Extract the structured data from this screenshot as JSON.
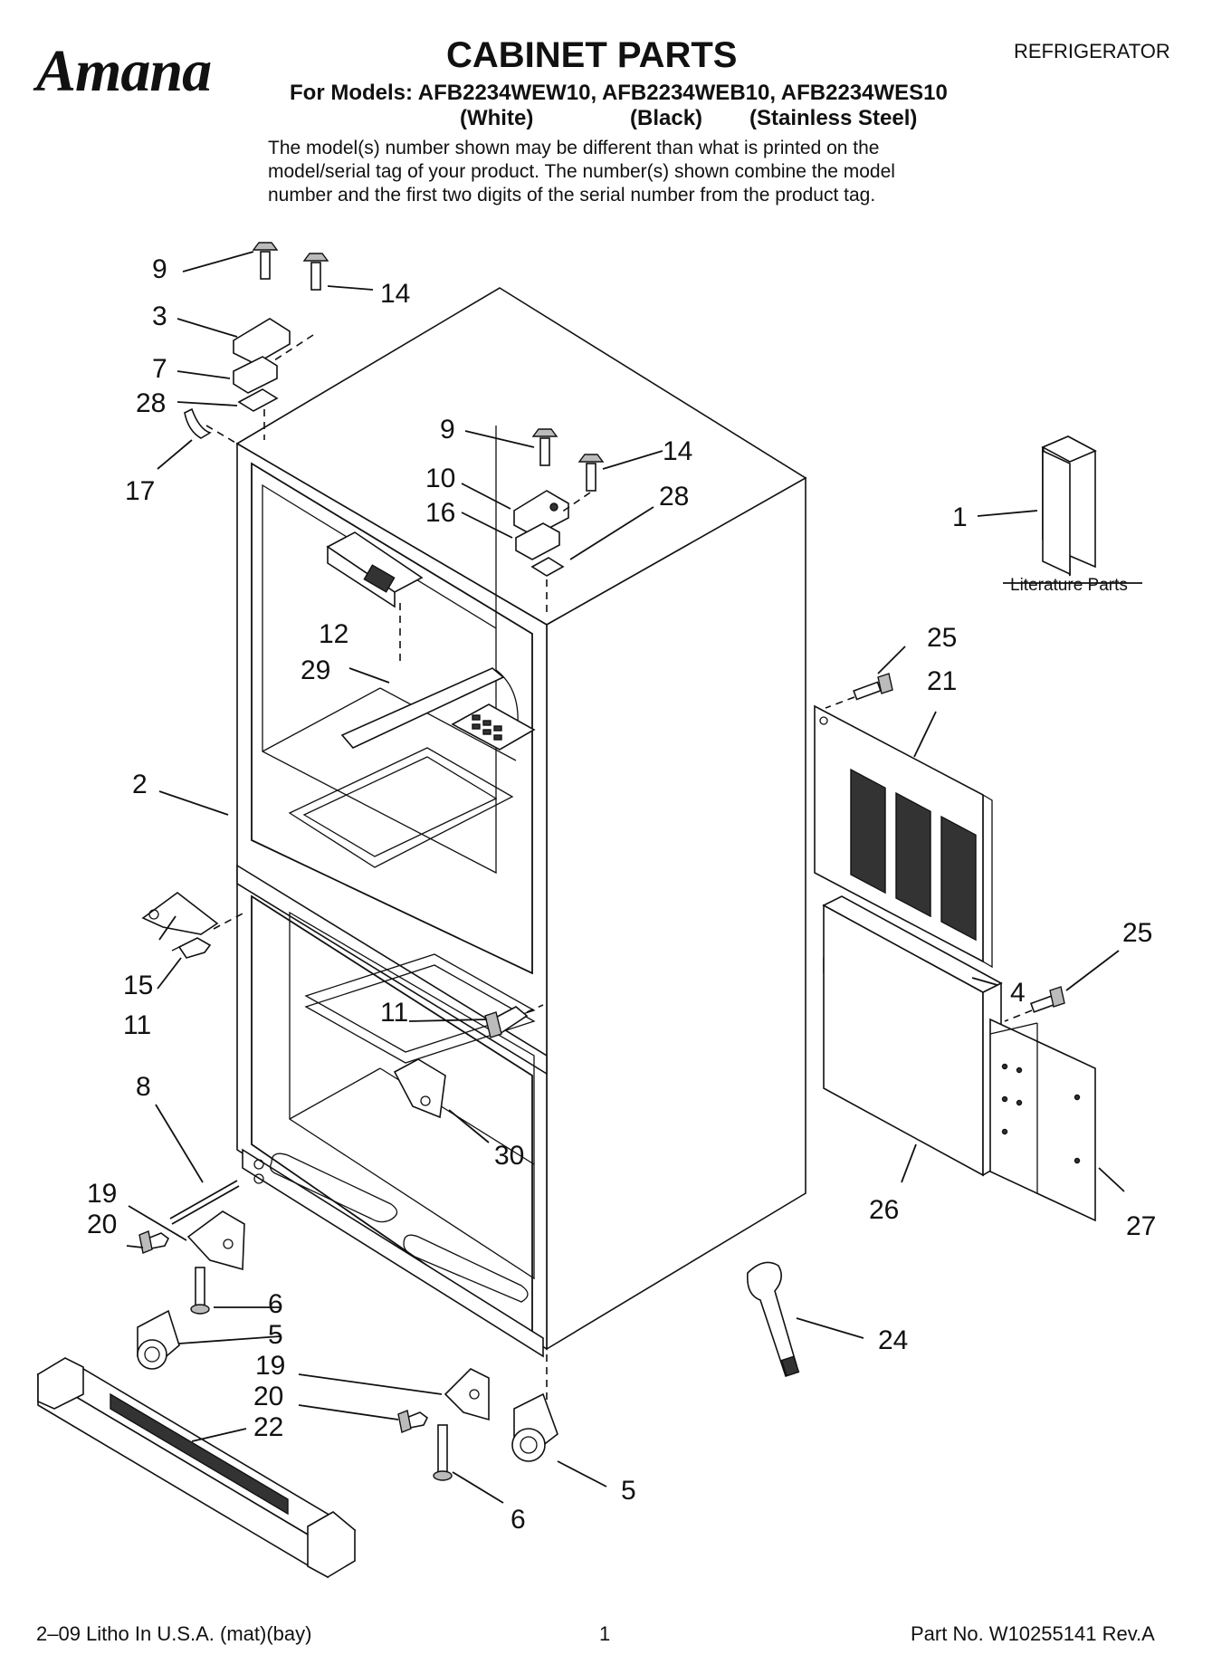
{
  "header": {
    "brand": "Amana",
    "title": "CABINET PARTS",
    "category": "REFRIGERATOR",
    "models_line": "For Models: AFB2234WEW10, AFB2234WEB10, AFB2234WES10",
    "variants": [
      "(White)",
      "(Black)",
      "(Stainless Steel)"
    ],
    "note": [
      "The model(s) number shown may be different than what is printed on the",
      "model/serial tag of your product. The number(s) shown combine the model",
      "number and the first two digits of the serial number from the product tag."
    ]
  },
  "callouts": [
    {
      "id": "c9a",
      "label": "9"
    },
    {
      "id": "c14a",
      "label": "14"
    },
    {
      "id": "c3",
      "label": "3"
    },
    {
      "id": "c7",
      "label": "7"
    },
    {
      "id": "c28a",
      "label": "28"
    },
    {
      "id": "c17",
      "label": "17"
    },
    {
      "id": "c9b",
      "label": "9"
    },
    {
      "id": "c14b",
      "label": "14"
    },
    {
      "id": "c10",
      "label": "10"
    },
    {
      "id": "c16",
      "label": "16"
    },
    {
      "id": "c28b",
      "label": "28"
    },
    {
      "id": "c1",
      "label": "1"
    },
    {
      "id": "c12",
      "label": "12"
    },
    {
      "id": "c29",
      "label": "29"
    },
    {
      "id": "c25a",
      "label": "25"
    },
    {
      "id": "c21",
      "label": "21"
    },
    {
      "id": "c2",
      "label": "2"
    },
    {
      "id": "c25b",
      "label": "25"
    },
    {
      "id": "c4",
      "label": "4"
    },
    {
      "id": "c15",
      "label": "15"
    },
    {
      "id": "c11a",
      "label": "11"
    },
    {
      "id": "c11b",
      "label": "11"
    },
    {
      "id": "c8",
      "label": "8"
    },
    {
      "id": "c30",
      "label": "30"
    },
    {
      "id": "c26",
      "label": "26"
    },
    {
      "id": "c27",
      "label": "27"
    },
    {
      "id": "c19a",
      "label": "19"
    },
    {
      "id": "c20a",
      "label": "20"
    },
    {
      "id": "c6a",
      "label": "6"
    },
    {
      "id": "c5a",
      "label": "5"
    },
    {
      "id": "c19b",
      "label": "19"
    },
    {
      "id": "c20b",
      "label": "20"
    },
    {
      "id": "c22",
      "label": "22"
    },
    {
      "id": "c24",
      "label": "24"
    },
    {
      "id": "c5b",
      "label": "5"
    },
    {
      "id": "c6b",
      "label": "6"
    }
  ],
  "literature_label": "Literature Parts",
  "footer": {
    "left": "2–09 Litho In U.S.A. (mat)(bay)",
    "page": "1",
    "part_no": "Part No. W10255141 Rev.A"
  }
}
